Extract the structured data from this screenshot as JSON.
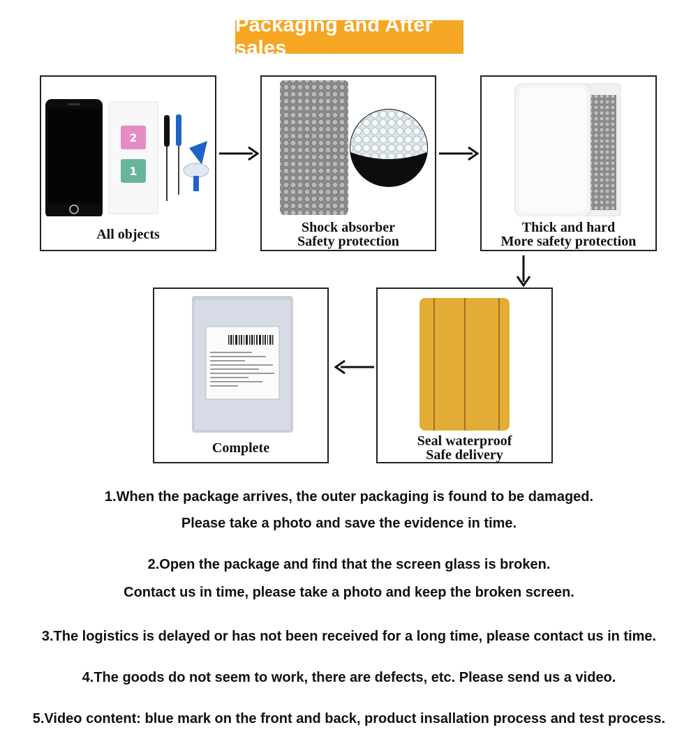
{
  "title": "Packaging and After sales",
  "steps": [
    {
      "caption": "All objects"
    },
    {
      "caption_line1": "Shock absorber",
      "caption_line2": "Safety protection"
    },
    {
      "caption_line1": "Thick and hard",
      "caption_line2": "More safety protection"
    },
    {
      "caption_line1": "Seal waterproof",
      "caption_line2": "Safe delivery"
    },
    {
      "caption": "Complete"
    }
  ],
  "notes": [
    "1.When the package arrives, the outer packaging is found to be damaged.",
    "Please take a photo and save the evidence in time.",
    "2.Open the package and find that the screen glass is broken.",
    "Contact us in time, please take a photo and keep the broken screen.",
    "3.The logistics is delayed or has not been received for a long time, please contact us in time.",
    "4.The goods do not seem to work, there are defects, etc. Please send us a video.",
    "5.Video content: blue mark on the front and back, product insallation process and test process."
  ],
  "colors": {
    "banner": "#f5a623",
    "envelope": "#e3ac37",
    "tool_blue": "#1e63c8"
  }
}
